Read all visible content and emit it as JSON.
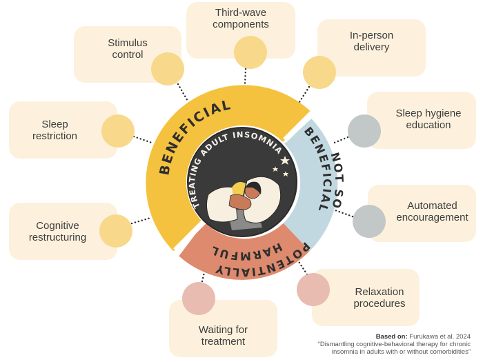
{
  "center": {
    "title": "TREATING ADULT INSOMNIA"
  },
  "segments": [
    {
      "id": "beneficial",
      "label": "BENEFICIAL",
      "color": "#f5c23f"
    },
    {
      "id": "not-so-beneficial",
      "label_line1": "NOT SO",
      "label_line2": "BENEFICIAL",
      "color": "#c1d8e0"
    },
    {
      "id": "potentially-harmful",
      "label_line1": "POTENTIALLY",
      "label_line2": "HARMFUL",
      "color": "#dd8a6e"
    }
  ],
  "colors": {
    "card_bg": "#fdf1dd",
    "beneficial_dot": "#f8d88a",
    "not_beneficial_dot": "#c2c7c7",
    "harmful_dot": "#e8bcb0",
    "center_bg": "#3a3a3a"
  },
  "items": [
    {
      "label": "Stimulus\ncontrol",
      "category": "beneficial"
    },
    {
      "label": "Third-wave\ncomponents",
      "category": "beneficial"
    },
    {
      "label": "In-person\ndelivery",
      "category": "beneficial"
    },
    {
      "label": "Sleep\nrestriction",
      "category": "beneficial"
    },
    {
      "label": "Cognitive\nrestructuring",
      "category": "beneficial"
    },
    {
      "label": "Sleep hygiene\neducation",
      "category": "not-so-beneficial"
    },
    {
      "label": "Automated\nencouragement",
      "category": "not-so-beneficial"
    },
    {
      "label": "Relaxation\nprocedures",
      "category": "potentially-harmful"
    },
    {
      "label": "Waiting for\ntreatment",
      "category": "potentially-harmful"
    }
  ],
  "credit": {
    "prefix": "Based on:",
    "citation": "Furukawa et al. 2024",
    "title_line1": "“Dismantling cognitive-behavioral therapy for  chronic",
    "title_line2": "insomnia in adults with or without comorbidities”"
  }
}
